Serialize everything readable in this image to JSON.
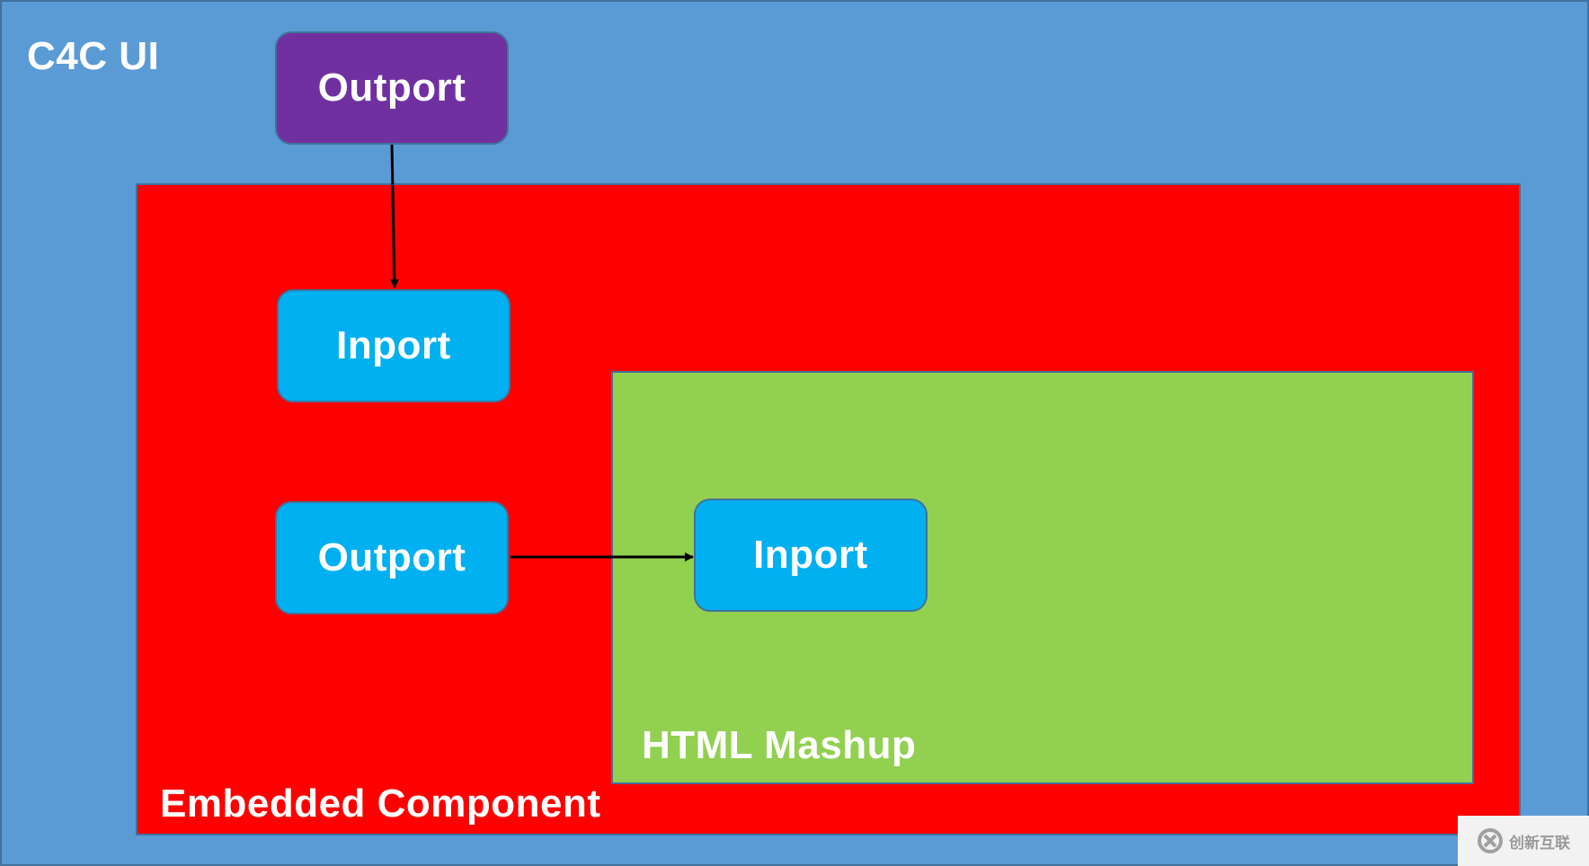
{
  "diagram": {
    "outer": {
      "label": "C4C UI",
      "color": "#5b9bd5"
    },
    "embedded": {
      "label": "Embedded Component",
      "color": "#ff0000"
    },
    "mashup": {
      "label": "HTML Mashup",
      "color": "#92d050"
    },
    "ports": [
      {
        "label": "Outport",
        "color": "#7030a0"
      },
      {
        "label": "Inport",
        "color": "#00b0f0"
      },
      {
        "label": "Outport",
        "color": "#00b0f0"
      },
      {
        "label": "Inport",
        "color": "#00b0f0"
      }
    ],
    "connections": [
      {
        "from": "Outport",
        "to": "Inport"
      },
      {
        "from": "Outport",
        "to": "Inport"
      }
    ]
  },
  "watermark": {
    "text": "创新互联",
    "logo": "cx-logo"
  }
}
